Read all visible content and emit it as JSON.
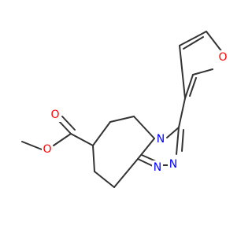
{
  "molecule": {
    "atoms": {
      "furan_o": "O",
      "carbonyl_o": "O",
      "ester_o": "O",
      "ring_n4": "N",
      "ring_n2": "N",
      "ring_n1": "N"
    },
    "colors": {
      "bond": "#333333",
      "oxygen": "#ff0000",
      "nitrogen": "#0000ff"
    }
  }
}
